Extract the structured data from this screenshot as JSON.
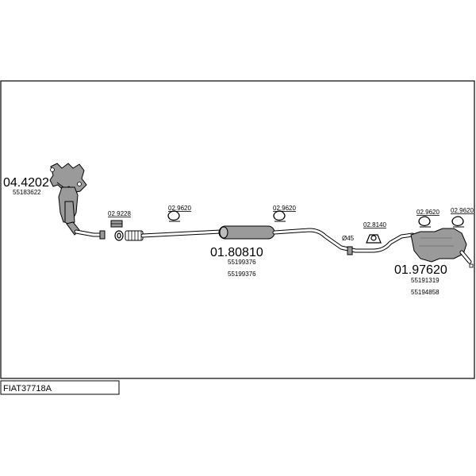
{
  "title_box": {
    "label": "FIAT37718A"
  },
  "parts": {
    "manifold": {
      "number": "04.4202",
      "ref": "55183622"
    },
    "middle": {
      "number": "01.80810",
      "refs": [
        "55199376",
        "55199376"
      ]
    },
    "rear": {
      "number": "01.97620",
      "refs": [
        "55191319",
        "55194858"
      ]
    }
  },
  "hardware": {
    "clamp_1": "02.9228",
    "hanger_1": "02.9620",
    "hanger_2": "02.9620",
    "hanger_3": "02.8140",
    "hanger_4": "02.9620",
    "hanger_5": "02.9620",
    "diameter": "Ø45"
  },
  "colors": {
    "part_fill": "#9a9a9a",
    "line": "#000000",
    "background": "#ffffff"
  }
}
